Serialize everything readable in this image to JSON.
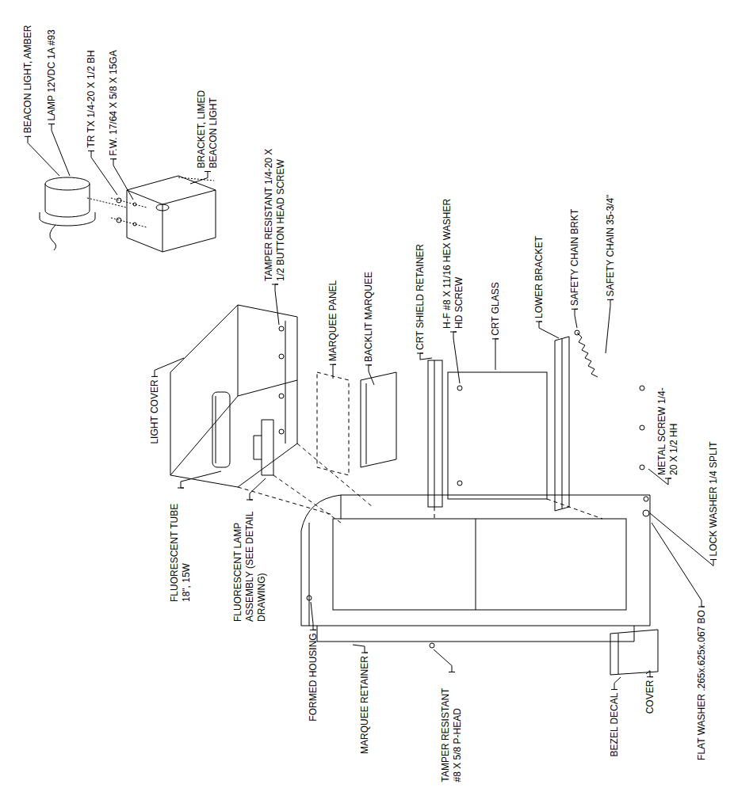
{
  "diagram": {
    "labels": [
      "BEACON LIGHT, AMBER",
      "LAMP 12VDC 1A #93",
      "TR TX 1/4-20 X 1/2 BH",
      "F.W. 17/64 X 5/8 X 15GA",
      "BRACKET, LIMED BEACON LIGHT",
      "TAMPER RESISTANT 1/4-20 X 1/2 BUTTON HEAD SCREW",
      "LIGHT COVER",
      "FLUORESCENT TUBE 18\", 15W",
      "FLUORESCENT LAMP ASSEMBLY (SEE DETAIL DRAWING)",
      "MARQUEE PANEL",
      "BACKLIT MARQUEE",
      "CRT SHIELD RETAINER",
      "H-F #8 X 11/16 HEX WASHER HD SCREW",
      "CRT GLASS",
      "LOWER BRACKET",
      "SAFETY CHAIN BRKT",
      "SAFETY CHAIN 35-3/4\"",
      "METAL SCREW 1/4-20 X 1/2 HH",
      "LOCK WASHER 1/4 SPLIT",
      "FLAT WASHER .265x.625x.067 BO",
      "COVER",
      "BEZEL DECAL",
      "FORMED HOUSING",
      "MARQUEE RETAINER",
      "TAMPER RESISTANT #8 X 5/8 P-HEAD"
    ]
  }
}
